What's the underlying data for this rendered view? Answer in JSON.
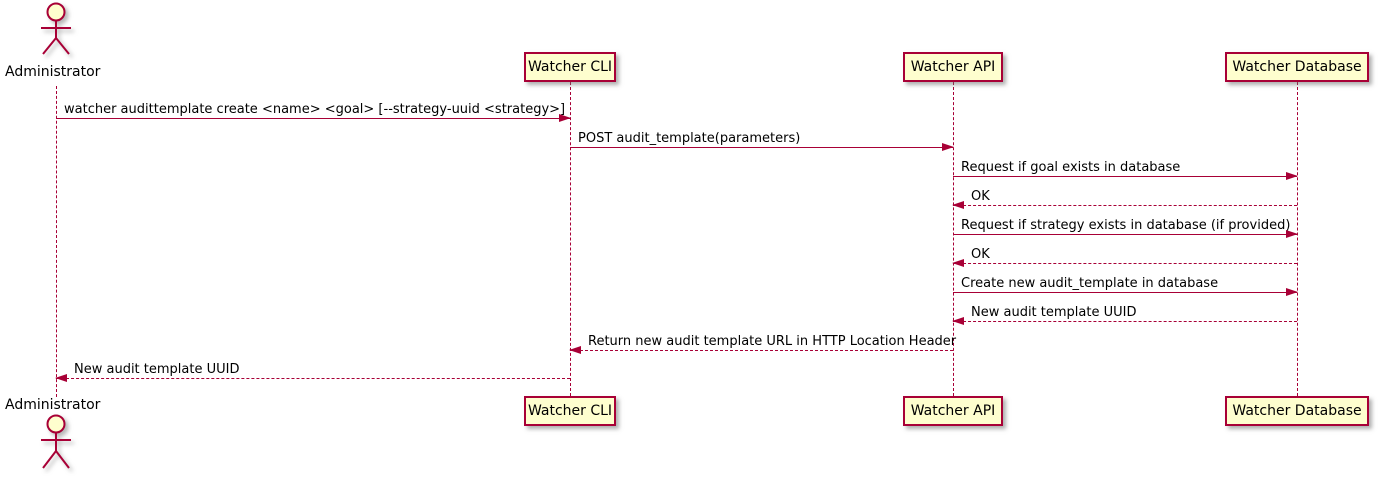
{
  "diagram": {
    "type": "sequence-diagram",
    "colors": {
      "accent": "#A80036",
      "participant_fill": "#FEFECE",
      "text": "#000000",
      "background": "#FFFFFF"
    },
    "actor": {
      "name": "Administrator"
    },
    "participants": [
      {
        "label": "Watcher CLI"
      },
      {
        "label": "Watcher API"
      },
      {
        "label": "Watcher Database"
      }
    ],
    "messages": [
      {
        "from": "Administrator",
        "to": "Watcher CLI",
        "style": "solid",
        "label": "watcher audittemplate create <name> <goal> [--strategy-uuid <strategy>]"
      },
      {
        "from": "Watcher CLI",
        "to": "Watcher API",
        "style": "solid",
        "label": "POST audit_template(parameters)"
      },
      {
        "from": "Watcher API",
        "to": "Watcher Database",
        "style": "solid",
        "label": "Request if goal exists in database"
      },
      {
        "from": "Watcher Database",
        "to": "Watcher API",
        "style": "dashed",
        "label": "OK"
      },
      {
        "from": "Watcher API",
        "to": "Watcher Database",
        "style": "solid",
        "label": "Request if strategy exists in database (if provided)"
      },
      {
        "from": "Watcher Database",
        "to": "Watcher API",
        "style": "dashed",
        "label": "OK"
      },
      {
        "from": "Watcher API",
        "to": "Watcher Database",
        "style": "solid",
        "label": "Create new audit_template in database"
      },
      {
        "from": "Watcher Database",
        "to": "Watcher API",
        "style": "dashed",
        "label": "New audit template UUID"
      },
      {
        "from": "Watcher API",
        "to": "Watcher CLI",
        "style": "dashed",
        "label": "Return new audit template URL in HTTP Location Header"
      },
      {
        "from": "Watcher CLI",
        "to": "Administrator",
        "style": "dashed",
        "label": "New audit template UUID"
      }
    ]
  }
}
